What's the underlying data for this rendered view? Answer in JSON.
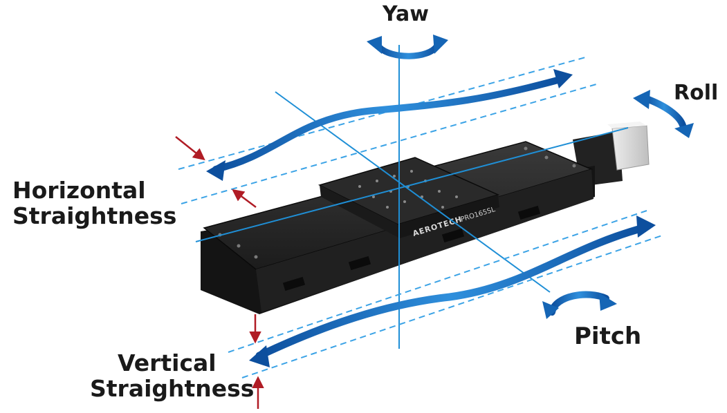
{
  "labels": {
    "yaw": "Yaw",
    "roll": "Roll",
    "pitch": "Pitch",
    "horizontal_straightness": [
      "Horizontal",
      "Straightness"
    ],
    "vertical_straightness": [
      "Vertical",
      "Straightness"
    ]
  },
  "product": {
    "brand": "AEROTECH",
    "model": "PRO165SL"
  },
  "colors": {
    "axis_line": "#1f8fd6",
    "arrow_dark": "#0d4f9e",
    "arrow_light": "#3ba3e6",
    "indicator_arrow": "#b01c25",
    "stage_body": "#1b1b1b",
    "text": "#1a1a1a"
  },
  "icons": {
    "yaw": "curved-rotation-arrow-icon",
    "roll": "curved-rotation-arrow-icon",
    "pitch": "curved-rotation-arrow-icon",
    "straightness_indicators": "small-red-arrow-icon"
  }
}
